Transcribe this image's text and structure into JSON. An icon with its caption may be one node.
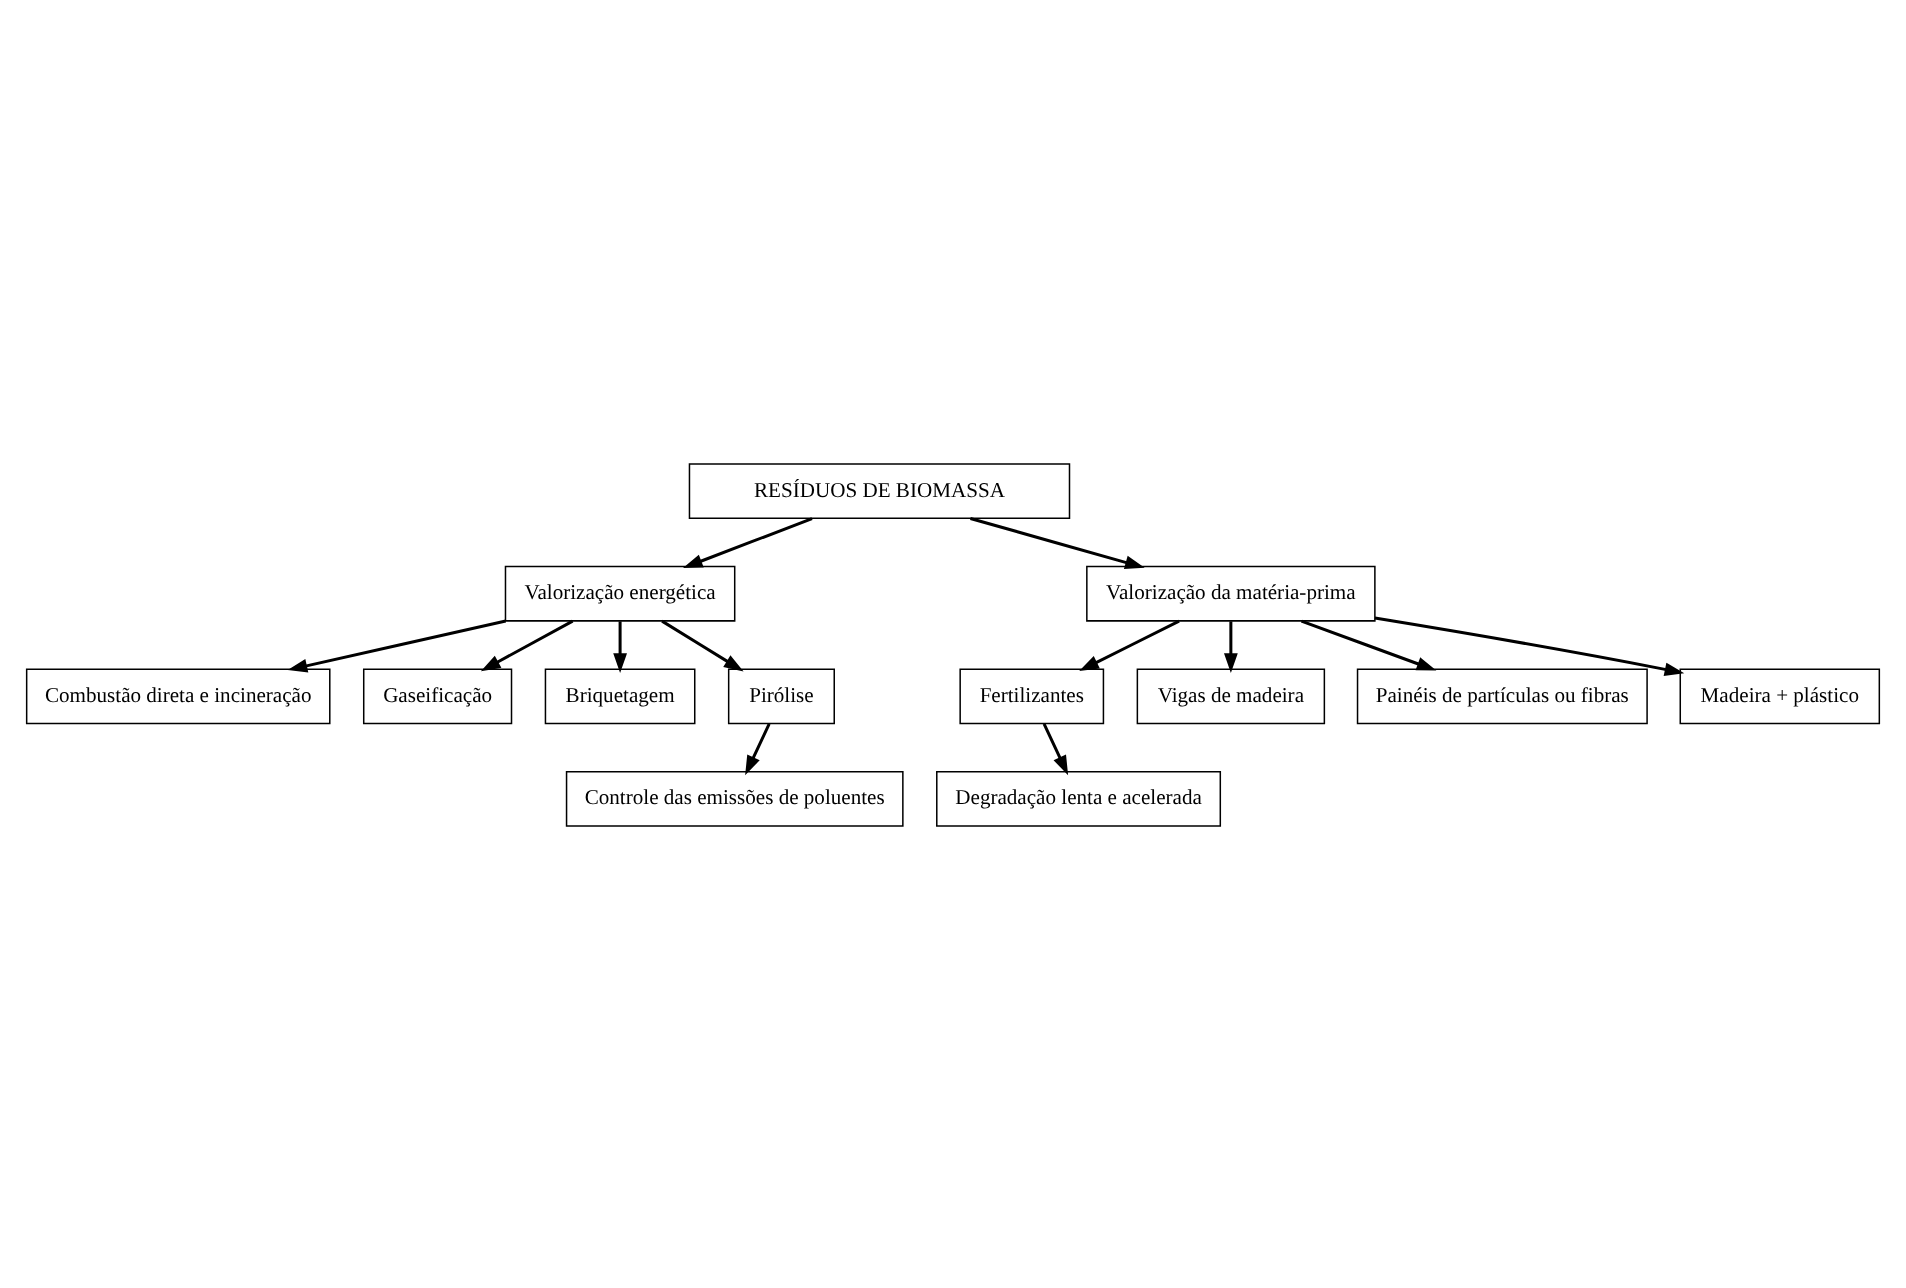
{
  "diagram": {
    "nodes": [
      {
        "text": [
          "RESÍDUOS DE BIOMASSA"
        ]
      },
      {
        "text": [
          "Valorização energética"
        ]
      },
      {
        "text": [
          "Valorização da matéria-prima"
        ]
      },
      {
        "text": [
          "Fertilizantes"
        ]
      },
      {
        "text": [
          "Degradação lenta e acelerada"
        ]
      },
      {
        "text": [
          "Vigas de madeira"
        ]
      },
      {
        "text": [
          "Painéis de partículas ou fibras"
        ]
      },
      {
        "text": [
          "Madeira + plástico"
        ]
      },
      {
        "text": [
          "Combustão direta e incineração"
        ]
      },
      {
        "text": [
          "Gaseificação"
        ]
      },
      {
        "text": [
          "Briquetagem"
        ]
      },
      {
        "text": [
          "Pirólise"
        ]
      },
      {
        "text": [
          "Controle das emissões de poluentes"
        ]
      }
    ],
    "edges": [
      {
        "from": 0,
        "to": 1,
        "arrow": "to"
      },
      {
        "from": 0,
        "to": 2,
        "arrow": "to"
      },
      {
        "from": 2,
        "to": 3,
        "arrow": "to"
      },
      {
        "from": 3,
        "to": 4,
        "arrow": "to"
      },
      {
        "from": 2,
        "to": 5,
        "arrow": "to"
      },
      {
        "from": 2,
        "to": 6,
        "arrow": "to"
      },
      {
        "from": 2,
        "to": 7,
        "arrow": "to"
      },
      {
        "from": 1,
        "to": 8,
        "arrow": "to"
      },
      {
        "from": 1,
        "to": 9,
        "arrow": "to"
      },
      {
        "from": 1,
        "to": 10,
        "arrow": "to"
      },
      {
        "from": 1,
        "to": 11,
        "arrow": "to"
      },
      {
        "from": 11,
        "to": 12,
        "arrow": "to"
      }
    ]
  }
}
